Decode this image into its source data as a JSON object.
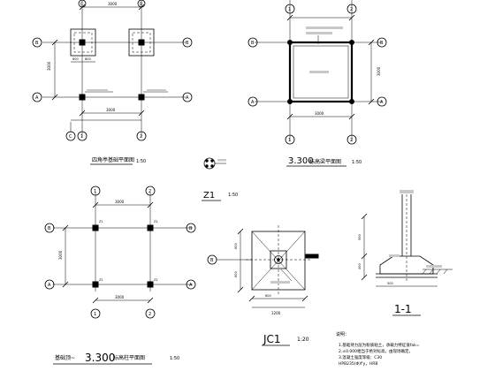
{
  "plan1": {
    "title": "四角亭基础平面图",
    "scale": "1:50",
    "dims": {
      "top": "3000",
      "left": "3000",
      "bottom": "3000",
      "sub_left": "600",
      "sub_right": "800"
    },
    "labels": {
      "c1": "C",
      "c2": "D",
      "row1": "B",
      "row2": "A",
      "col1": "1",
      "col2": "2"
    }
  },
  "plan2": {
    "title": "3.300",
    "title_suffix": "标高梁平面图",
    "scale": "1:50",
    "dims": {
      "side": "3000"
    }
  },
  "z1": {
    "title": "Z1",
    "scale": "1:50"
  },
  "plan3": {
    "title_prefix": "基础顶~",
    "title": "3.300",
    "title_suffix": "标高柱平面图",
    "scale": "1:50",
    "dims": {
      "top": "3000",
      "left": "3000",
      "bottom": "3000"
    },
    "labels": {
      "col": "Z1"
    }
  },
  "jc1": {
    "title": "JC1",
    "scale": "1:20",
    "dims": {
      "bottom": "1200",
      "left1": "600",
      "left2": "600",
      "sub": "600"
    }
  },
  "section": {
    "title": "1-1",
    "dims": {
      "bottom": "500",
      "h1": "500",
      "h2": "400"
    }
  },
  "notes": {
    "heading": "说明：",
    "lines": [
      "1.基础持力层为粉质粘土，承载力特征值fak=",
      "2.±0.000相当于绝对标高，由现场确定。",
      "3.混凝土强度等级：C30",
      "  HPB235(Φ)f'y，HRB"
    ]
  }
}
